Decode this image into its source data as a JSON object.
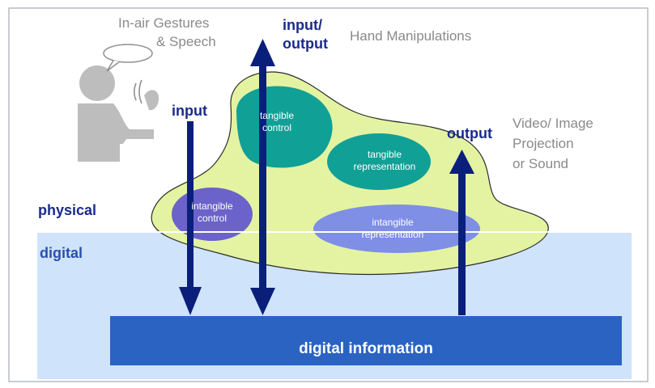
{
  "labels": {
    "gestures": [
      "In-air Gestures",
      "& Speech"
    ],
    "hand_manipulations": "Hand Manipulations",
    "video_projection": [
      "Video/ Image",
      "Projection",
      "or Sound"
    ],
    "input_left": "input",
    "input_output": [
      "input/",
      "output"
    ],
    "output_right": "output",
    "physical": "physical",
    "digital": "digital",
    "digital_information": "digital information"
  },
  "blobs": {
    "tangible_control": [
      "tangible",
      "control"
    ],
    "tangible_representation": [
      "tangible",
      "representation"
    ],
    "intangible_control": [
      "intangible",
      "control"
    ],
    "intangible_representation": [
      "intangible",
      "representation"
    ]
  },
  "colors": {
    "navy_arrow": "#0a1f7a",
    "navy_text": "#1a2a8c",
    "gray_text": "#8a8a8a",
    "lime_blob": "#e4f3a2",
    "teal_blob": "#11a096",
    "purple_blob": "#6b63c9",
    "lavender_blob": "#7f8fe6",
    "digital_layer": "#cfe3fb",
    "info_bar": "#2a63c2"
  },
  "icons": [
    "person-icon",
    "speech-bubble-icon",
    "sound-waves-icon"
  ]
}
